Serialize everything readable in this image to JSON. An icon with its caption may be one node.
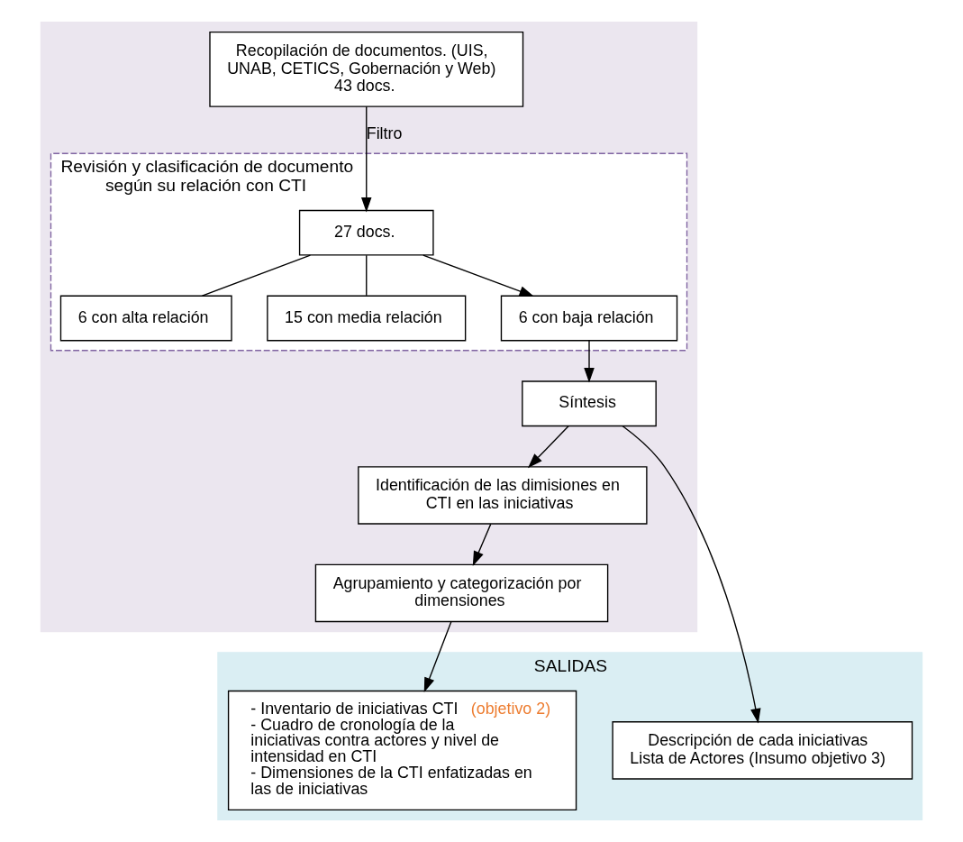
{
  "diagram": {
    "nodes": [
      {
        "text": [],
        "shape": "box"
      },
      {
        "text": [
          "Recopilación de documentos. (UIS, UNAB, CETICS, Gobernación y Web)",
          "43 docs."
        ],
        "in": 0
      },
      {
        "text": [
          "Revisión y clasificación de documento según su relación con CTI"
        ],
        "in": 0
      },
      {
        "text": [
          "27 docs."
        ],
        "in": 2
      },
      {
        "text": [
          "6 con alta relación"
        ],
        "in": 2
      },
      {
        "text": [
          "15 con media relación"
        ],
        "in": 2
      },
      {
        "text": [
          "6 con baja relación"
        ],
        "in": 2
      },
      {
        "text": [
          "Síntesis"
        ],
        "in": 0
      },
      {
        "text": [
          "Identificación de las dimisiones en CTI en las iniciativas"
        ],
        "in": 0
      },
      {
        "text": [
          "Agrupamiento y categorización por dimensiones"
        ],
        "in": 0
      },
      {
        "text": [
          "SALIDAS"
        ]
      },
      {
        "text": [
          "Descripción de cada iniciativas",
          "Lista de Actores (Insumo objetivo 3)"
        ],
        "in": 10
      },
      {
        "text": [
          "- Inventario de iniciativas CTI",
          "(objetivo 2)",
          "- Cuadro de cronología de la iniciativas contra actores y nivel de intensidad en CTI",
          "- Dimensiones de la CTI enfatizadas en las de iniciativas"
        ],
        "in": 10
      }
    ],
    "edges": [
      {
        "from": 1,
        "to": 3,
        "arrow": "to",
        "label": "Filtro"
      },
      {
        "from": 3,
        "to": 4,
        "arrow": "none"
      },
      {
        "from": 3,
        "to": 5,
        "arrow": "none"
      },
      {
        "from": 3,
        "to": 6,
        "arrow": "to"
      },
      {
        "from": 6,
        "to": 7,
        "arrow": "to"
      },
      {
        "from": 7,
        "to": 11,
        "arrow": "to"
      },
      {
        "from": 7,
        "to": 8,
        "arrow": "to"
      },
      {
        "from": 8,
        "to": 9,
        "arrow": "to"
      },
      {
        "from": 9,
        "to": 12,
        "arrow": "to"
      }
    ]
  }
}
